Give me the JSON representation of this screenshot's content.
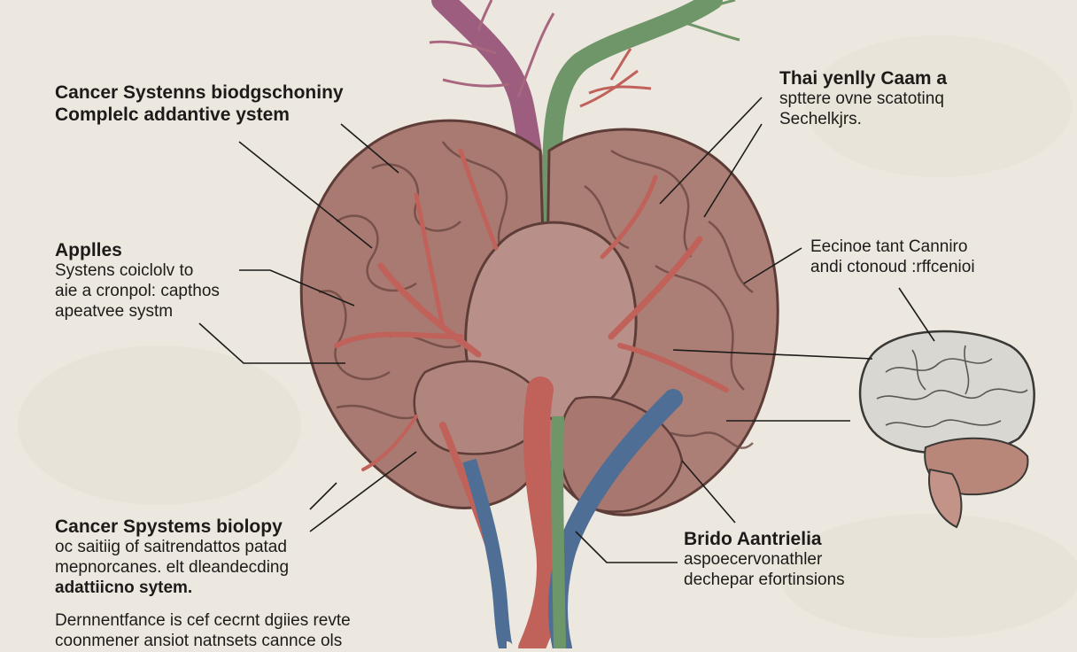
{
  "labels": {
    "top_left": {
      "line1": "Cancer Systenns biodgschoniny",
      "line2": "Complelc addantive ystem"
    },
    "mid_left": {
      "title": "Applles",
      "line1": "Systens coiclolv to",
      "line2": "aie a cronpol: capthos",
      "line3": "apeatvee systm"
    },
    "bottom_left": {
      "title": "Cancer Spystems biolopy",
      "line1": "oc saitiig of saitrendattos patad",
      "line2": "mepnorcanes. elt dleandecding",
      "line3": "adattiicno sytem."
    },
    "footer": {
      "line1": "Dernnentfance is cef cecrnt dgiies revte",
      "line2": "coonmener ansiot natnsets cannce ols"
    },
    "top_right": {
      "title": "Thai yenlly Caam a",
      "line1": "spttere ovne scatotinq",
      "line2": "Sechelkjrs."
    },
    "mid_right": {
      "line1": "Eecinoe tant Canniro",
      "line2": "andi ctonoud :rffcenioi"
    },
    "bottom_right": {
      "title": "Brido Aantrielia",
      "line1": "aspoecervonathler",
      "line2": "dechepar efortinsions"
    }
  },
  "colors": {
    "paper": "#ece8df",
    "brain_tissue": "#a87a72",
    "artery": "#c0615a",
    "vein": "#4e6e96",
    "nerve": "#6f9668",
    "purple_vessel": "#9c5d7e",
    "small_brain": "#d9d7d2",
    "cerebellum": "#b9867a"
  }
}
